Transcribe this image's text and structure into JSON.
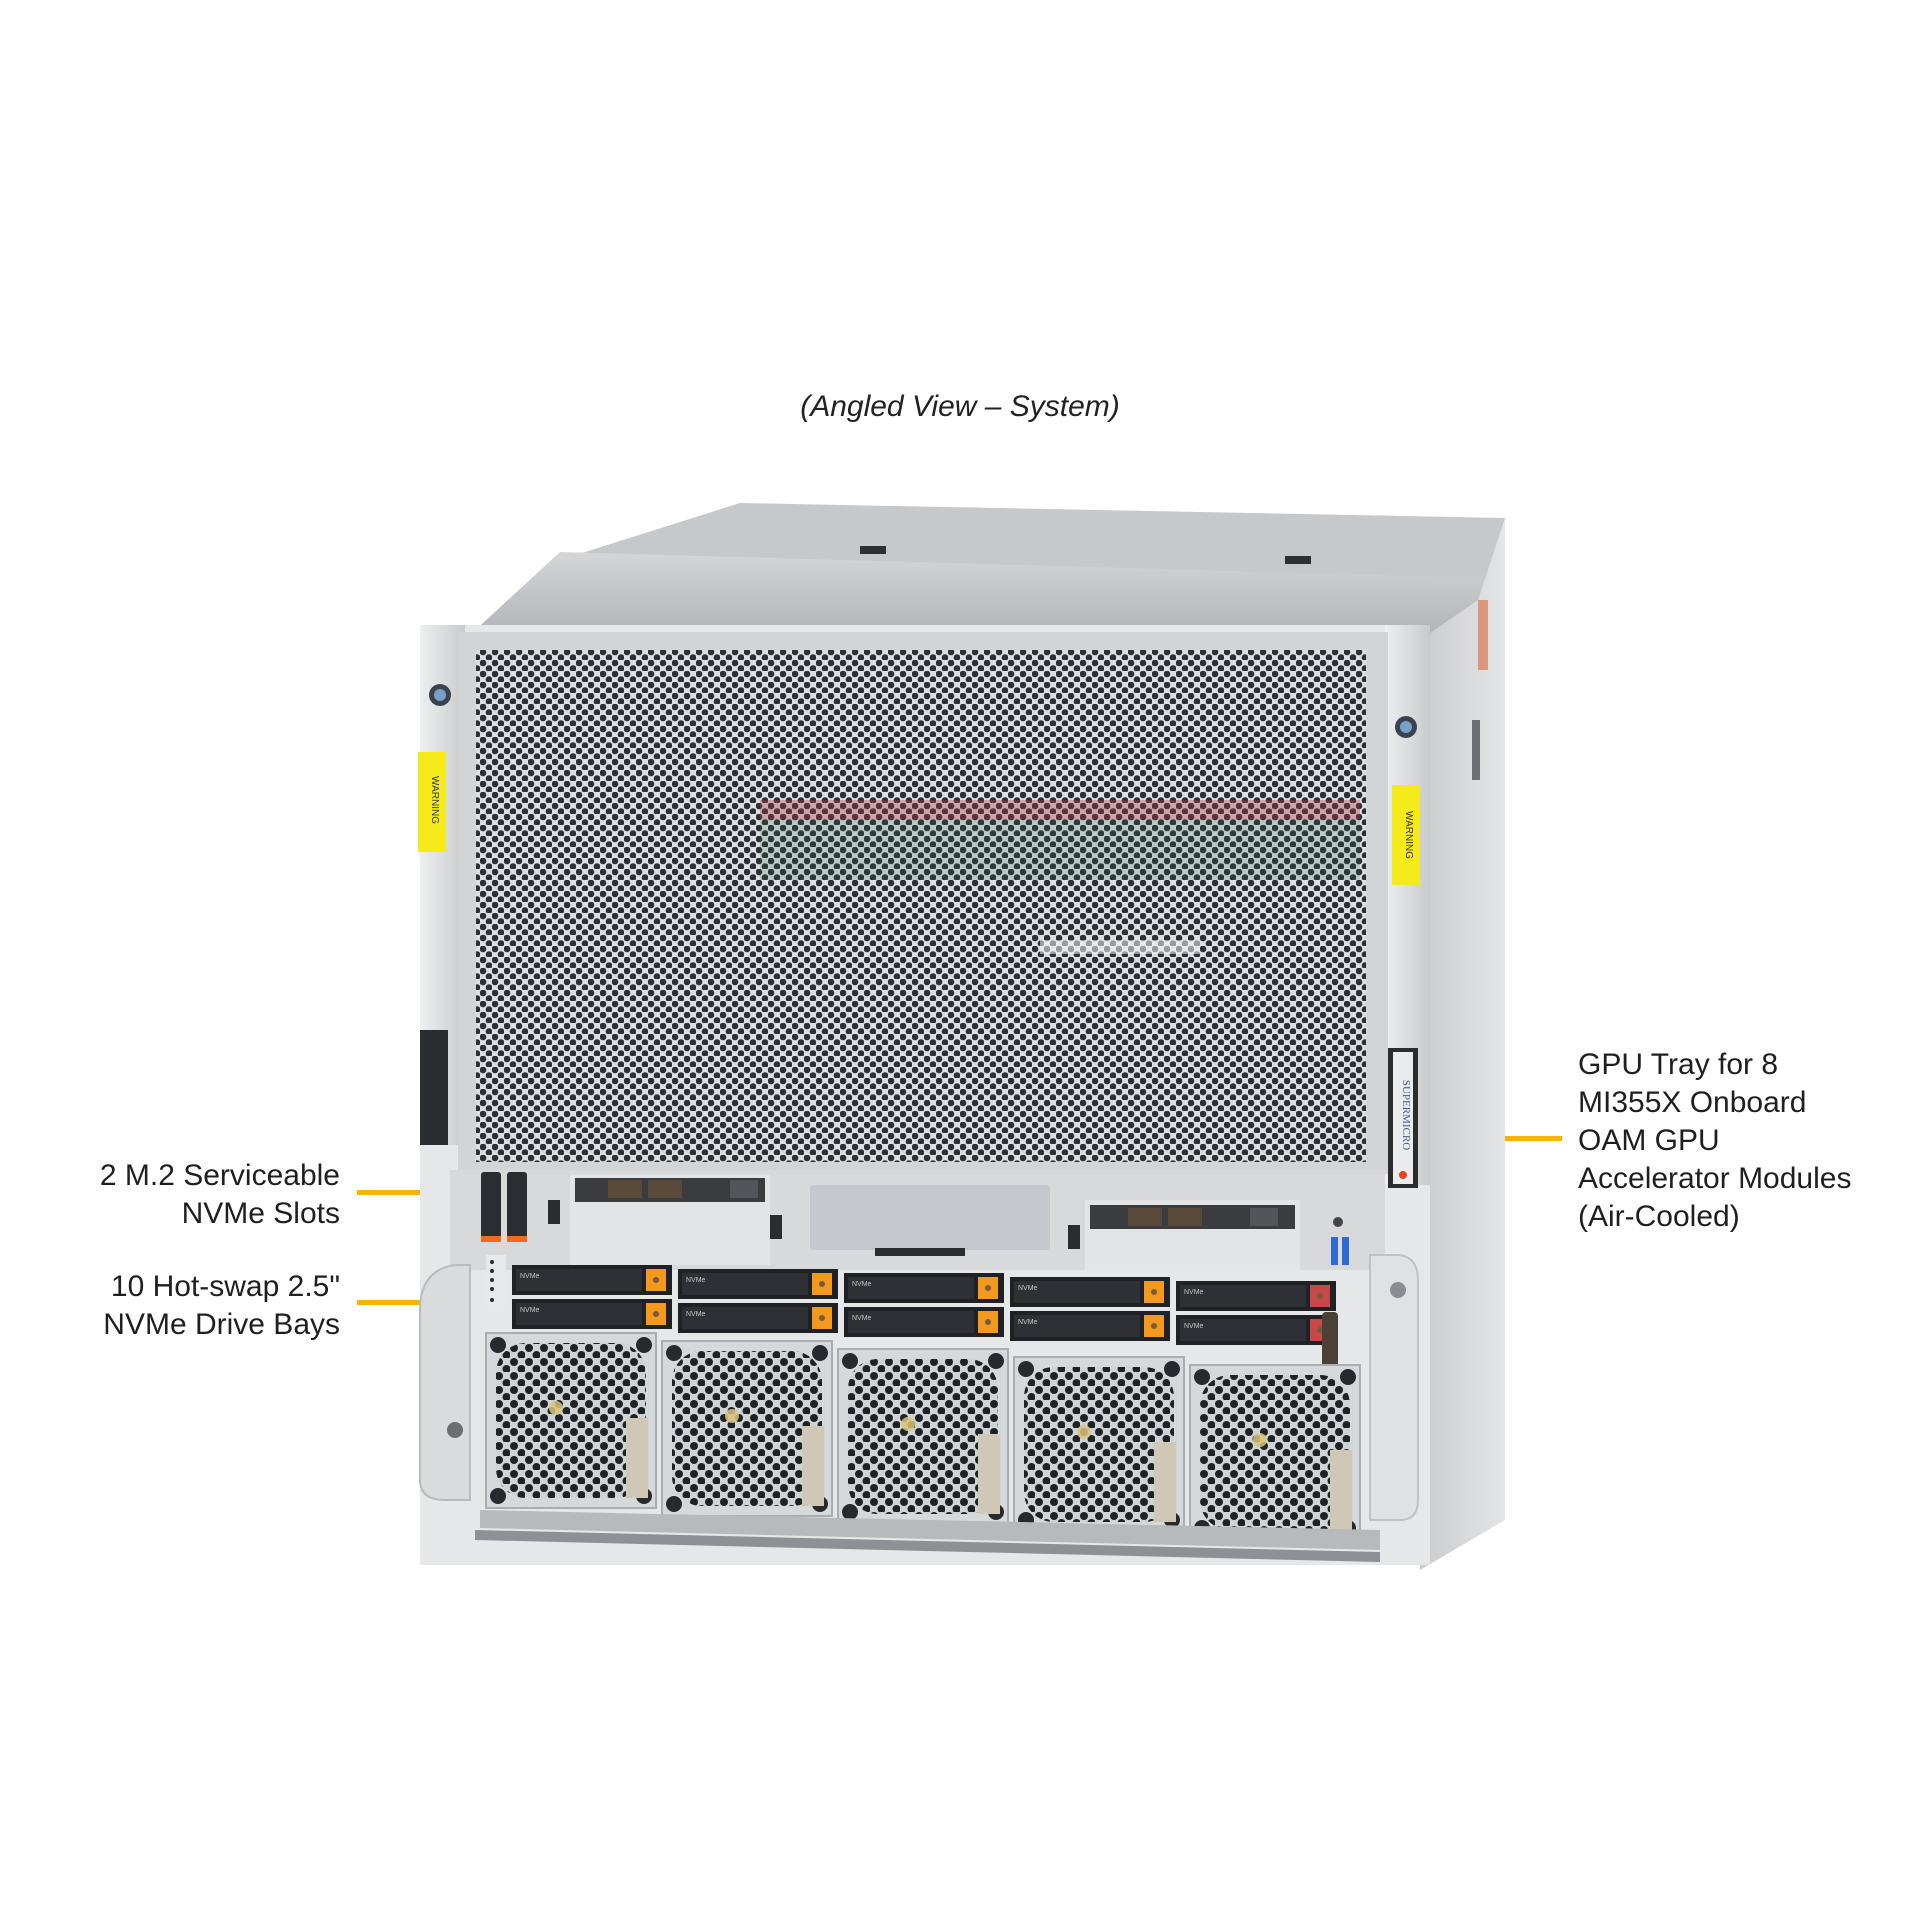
{
  "caption": "(Angled View – System)",
  "accent_color": "#f5b400",
  "callouts": [
    {
      "id": "m2-slots",
      "side": "left",
      "lines": [
        "2 M.2 Serviceable",
        "NVMe Slots"
      ]
    },
    {
      "id": "drive-bays",
      "side": "left",
      "lines": [
        "10 Hot-swap 2.5\"",
        "NVMe Drive Bays"
      ]
    },
    {
      "id": "gpu-tray",
      "side": "right",
      "lines": [
        "GPU Tray for 8",
        "MI355X Onboard",
        "OAM GPU",
        "Accelerator Modules",
        "(Air-Cooled)"
      ]
    }
  ],
  "server": {
    "warning_label_text": "WARNING",
    "brand_badge_text": "SUPERMICRO",
    "drive_bay_count": 10,
    "drive_bay_label": "NVMe",
    "drive_latch_colors": [
      "#f39a1e",
      "#f39a1e",
      "#f39a1e",
      "#f39a1e",
      "#f39a1e",
      "#f39a1e",
      "#f39a1e",
      "#f39a1e",
      "#c8484a",
      "#c8484a"
    ],
    "fan_count": 5,
    "m2_slot_count": 2
  }
}
